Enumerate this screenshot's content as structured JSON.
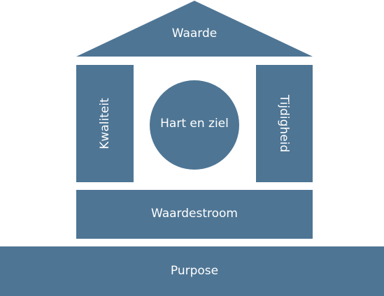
{
  "diagram": {
    "roof_label": "Waarde",
    "left_pillar_label": "Kwaliteit",
    "center_circle_label": "Hart en ziel",
    "right_pillar_label": "Tijdigheid",
    "beam_label": "Waardestroom",
    "foundation_label": "Purpose"
  },
  "colors": {
    "shape_fill": "#4e7594",
    "text": "#ffffff",
    "background": "#ffffff"
  }
}
